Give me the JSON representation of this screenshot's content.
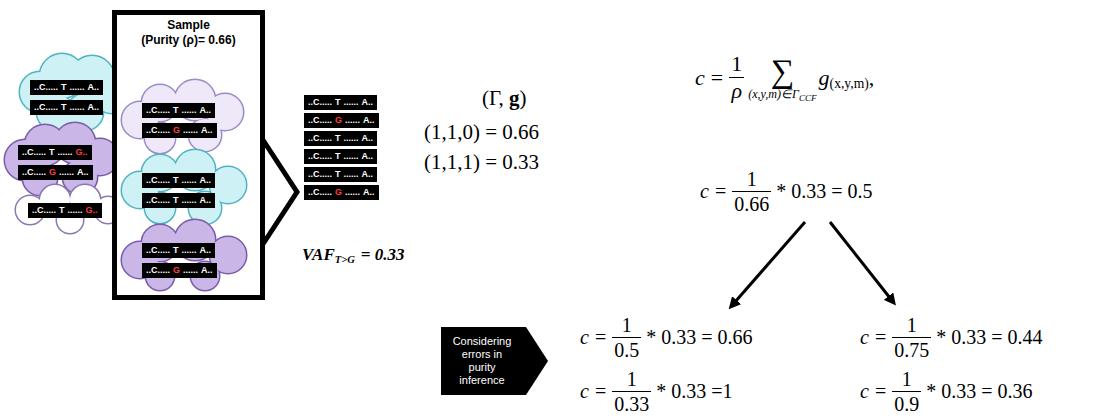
{
  "diagram": {
    "nodes": [
      {
        "text": [
          "..C.....",
          "T",
          "......",
          "A.."
        ]
      },
      {
        "text": [
          "..C.....",
          "T",
          "......",
          "A.."
        ]
      },
      {
        "text": [
          "..C.....",
          "T",
          "......",
          "G.."
        ]
      },
      {
        "text": [
          "..C.....",
          "G",
          "......",
          "A.."
        ]
      },
      {
        "text": [
          "..C.....",
          "T",
          "......",
          "G.."
        ]
      },
      {
        "text": [
          "Sample",
          "(Purity (ρ)= 0.66)"
        ]
      },
      {
        "text": [
          "..C.....",
          "T",
          "......",
          "A.."
        ],
        "in": 5
      },
      {
        "text": [
          "..C.....",
          "G",
          "......",
          "A.."
        ],
        "in": 5
      },
      {
        "text": [
          "..C.....",
          "T",
          "......",
          "A.."
        ],
        "in": 5
      },
      {
        "text": [
          "..C.....",
          "T",
          "......",
          "A.."
        ],
        "in": 5
      },
      {
        "text": [
          "..C.....",
          "T",
          "......",
          "A.."
        ],
        "in": 5
      },
      {
        "text": [
          "..C.....",
          "G",
          "......",
          "A.."
        ],
        "in": 5
      },
      {
        "text": [
          "..C.....",
          "T",
          "......",
          "A.."
        ]
      },
      {
        "text": [
          "..C.....",
          "G",
          "......",
          "A.."
        ]
      },
      {
        "text": [
          "..C.....",
          "T",
          "......",
          "A.."
        ]
      },
      {
        "text": [
          "..C.....",
          "T",
          "......",
          "A.."
        ]
      },
      {
        "text": [
          "..C.....",
          "T",
          "......",
          "A.."
        ]
      },
      {
        "text": [
          "..C.....",
          "G",
          "......",
          "A.."
        ]
      },
      {
        "text": [
          "Considering errors in purity inference"
        ]
      }
    ],
    "labels": [
      "VAF",
      "T>G",
      "= 0.33",
      "(Γ,",
      "g",
      ")",
      "(1,1,0) = 0.66",
      "(1,1,1) = 0.33",
      "c",
      "=",
      "1",
      "ρ",
      "∑",
      "(x,y,m)∈Γ",
      "CCF",
      "g",
      "(x,y,m)",
      ",",
      "c",
      "=",
      "1",
      "0.66",
      "* 0.33 = 0.5",
      "c",
      "=",
      "1",
      "0.5",
      "* 0.33 = 0.66",
      "c",
      "=",
      "1",
      "0.75",
      "* 0.33 = 0.44",
      "c",
      "=",
      "1",
      "0.33",
      "* 0.33 =1",
      "c",
      "=",
      "1",
      "0.9",
      "* 0.33 = 0.36"
    ]
  }
}
